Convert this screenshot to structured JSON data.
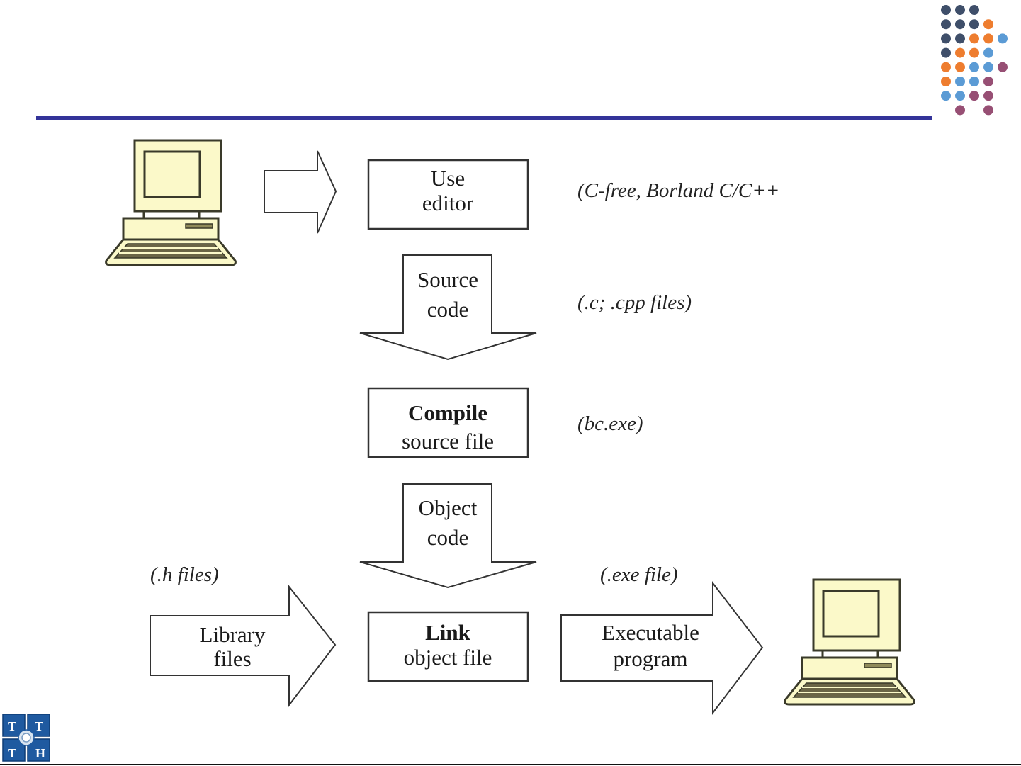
{
  "slide": {
    "accent_rule_color": "#333399",
    "decoration_colors": {
      "slate": "#3f4f6a",
      "orange": "#ee7d2f",
      "blue": "#5b9bd5",
      "plum": "#974f74"
    }
  },
  "flow": {
    "editor_box": {
      "line1": "Use",
      "line2": "editor"
    },
    "editor_note": "(C-free, Borland C/C++",
    "source_arrow": {
      "line1": "Source",
      "line2": "code"
    },
    "source_note": "(.c; .cpp files)",
    "compile_box": {
      "line1": "Compile",
      "line2": "source file"
    },
    "compile_note": "(bc.exe)",
    "object_arrow": {
      "line1": "Object",
      "line2": "code"
    },
    "library_arrow": {
      "line1": "Library",
      "line2": "files"
    },
    "library_note": "(.h files)",
    "link_box": {
      "line1": "Link",
      "line2": "object file"
    },
    "exec_arrow": {
      "line1": "Executable",
      "line2": "program"
    },
    "exec_note": "(.exe file)"
  },
  "icons": {
    "input_computer": "computer-icon",
    "output_computer": "computer-icon",
    "logo": "TTTH-logo",
    "logo_letters": [
      "T",
      "T",
      "T",
      "H"
    ]
  }
}
